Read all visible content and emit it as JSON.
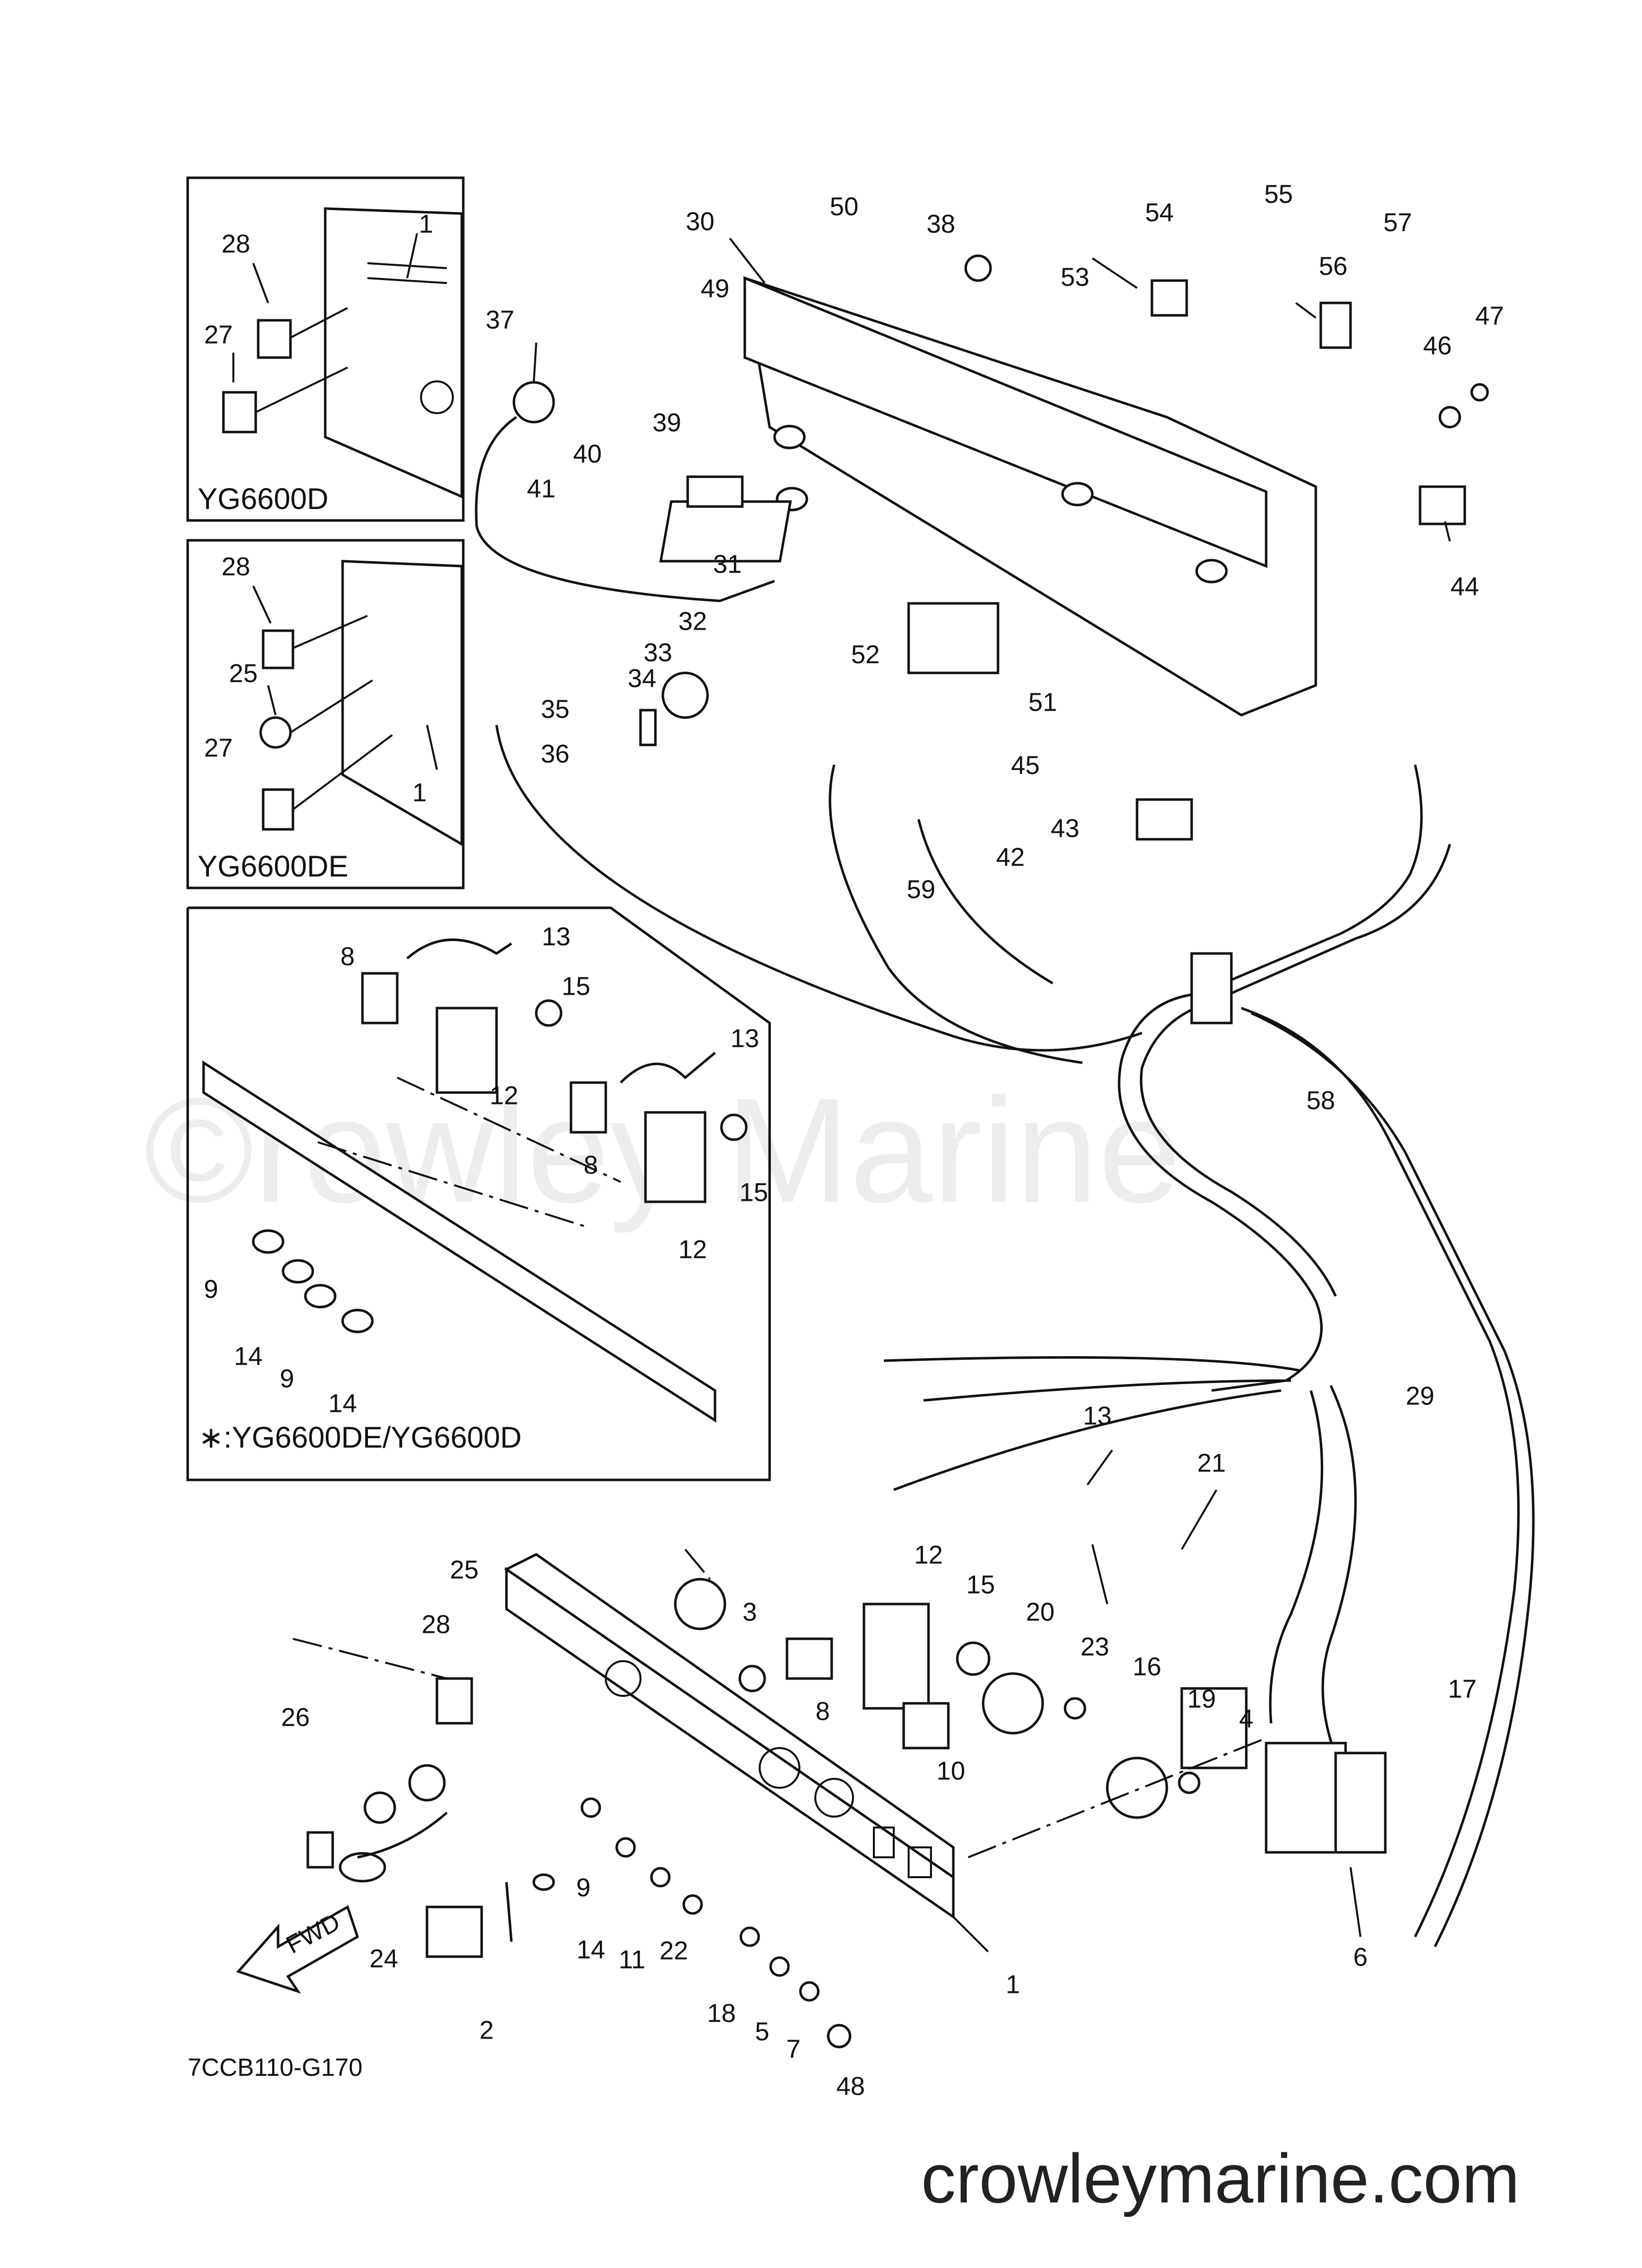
{
  "watermark": "©rowley Marine",
  "footer_url": "crowleymarine.com",
  "diagram_code": "7CCB110-G170",
  "fwd_arrow_label": "FWD",
  "insets": {
    "yg6600d": {
      "title": "YG6600D",
      "labels": [
        "28",
        "1",
        "27"
      ]
    },
    "yg6600de": {
      "title": "YG6600DE",
      "labels": [
        "28",
        "25",
        "27",
        "1"
      ]
    },
    "outlets": {
      "note": "∗:YG6600DE/YG6600D",
      "labels": [
        "8",
        "13",
        "15",
        "12",
        "13",
        "8",
        "15",
        "12",
        "9",
        "14",
        "9",
        "14"
      ]
    }
  },
  "main_labels": [
    "30",
    "50",
    "38",
    "54",
    "55",
    "57",
    "49",
    "53",
    "56",
    "47",
    "37",
    "46",
    "39",
    "40",
    "41",
    "44",
    "31",
    "32",
    "33",
    "52",
    "51",
    "34",
    "35",
    "36",
    "45",
    "43",
    "42",
    "59",
    "58",
    "29",
    "13",
    "21",
    "25",
    "12",
    "15",
    "20",
    "28",
    "3",
    "23",
    "16",
    "19",
    "4",
    "17",
    "26",
    "8",
    "10",
    "9",
    "14",
    "11",
    "22",
    "24",
    "2",
    "18",
    "5",
    "7",
    "48",
    "1",
    "6"
  ]
}
